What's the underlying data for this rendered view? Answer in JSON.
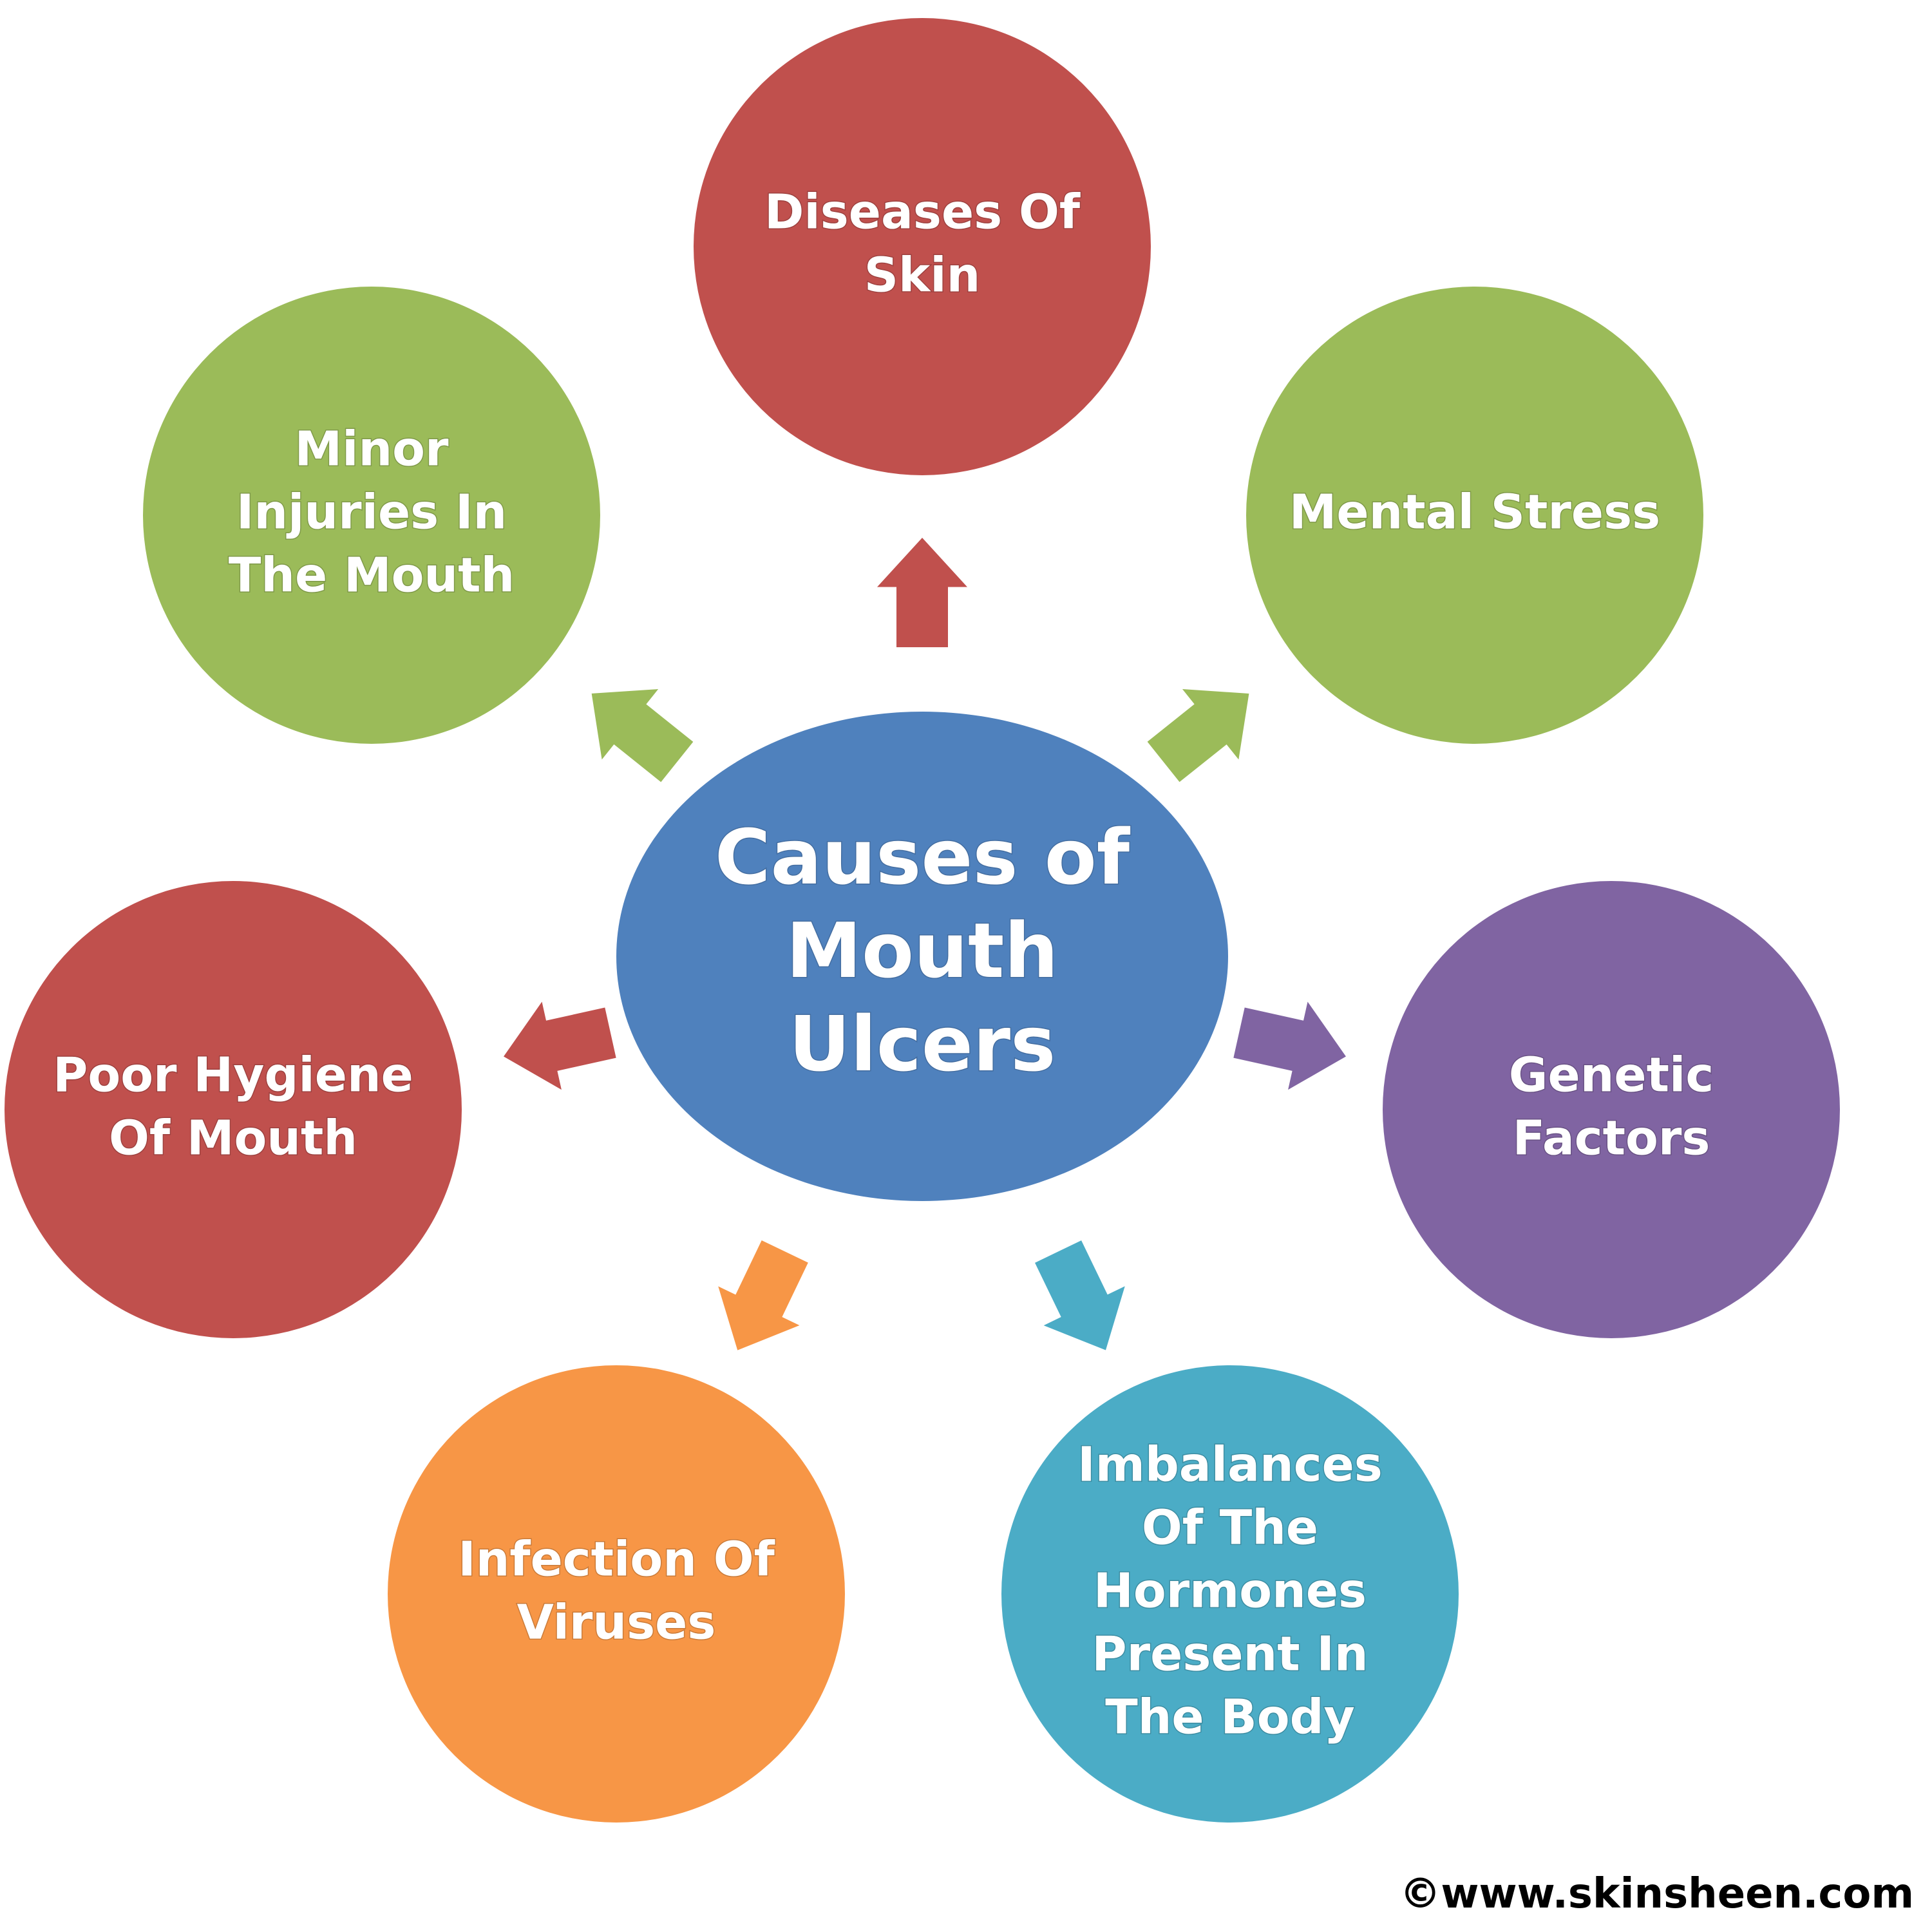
{
  "diagram": {
    "center": {
      "lines": [
        "Causes of",
        "Mouth",
        "Ulcers"
      ],
      "color": "#4f81bd"
    },
    "nodes": [
      {
        "id": "diseases-of-skin",
        "lines": [
          "Diseases Of",
          "Skin"
        ],
        "color": "#c0504d"
      },
      {
        "id": "mental-stress",
        "lines": [
          "Mental Stress"
        ],
        "color": "#9bbb59"
      },
      {
        "id": "genetic-factors",
        "lines": [
          "Genetic",
          "Factors"
        ],
        "color": "#8064a2"
      },
      {
        "id": "hormone-imbalances",
        "lines": [
          "Imbalances",
          "Of The",
          "Hormones",
          "Present In",
          "The Body"
        ],
        "color": "#4bacc6"
      },
      {
        "id": "infection-of-viruses",
        "lines": [
          "Infection Of",
          "Viruses"
        ],
        "color": "#f79646"
      },
      {
        "id": "poor-hygiene",
        "lines": [
          "Poor Hygiene",
          "Of Mouth"
        ],
        "color": "#c0504d"
      },
      {
        "id": "minor-injuries",
        "lines": [
          "Minor",
          "Injuries In",
          "The Mouth"
        ],
        "color": "#9bbb59"
      }
    ]
  },
  "copyright": "©www.skinsheen.com"
}
